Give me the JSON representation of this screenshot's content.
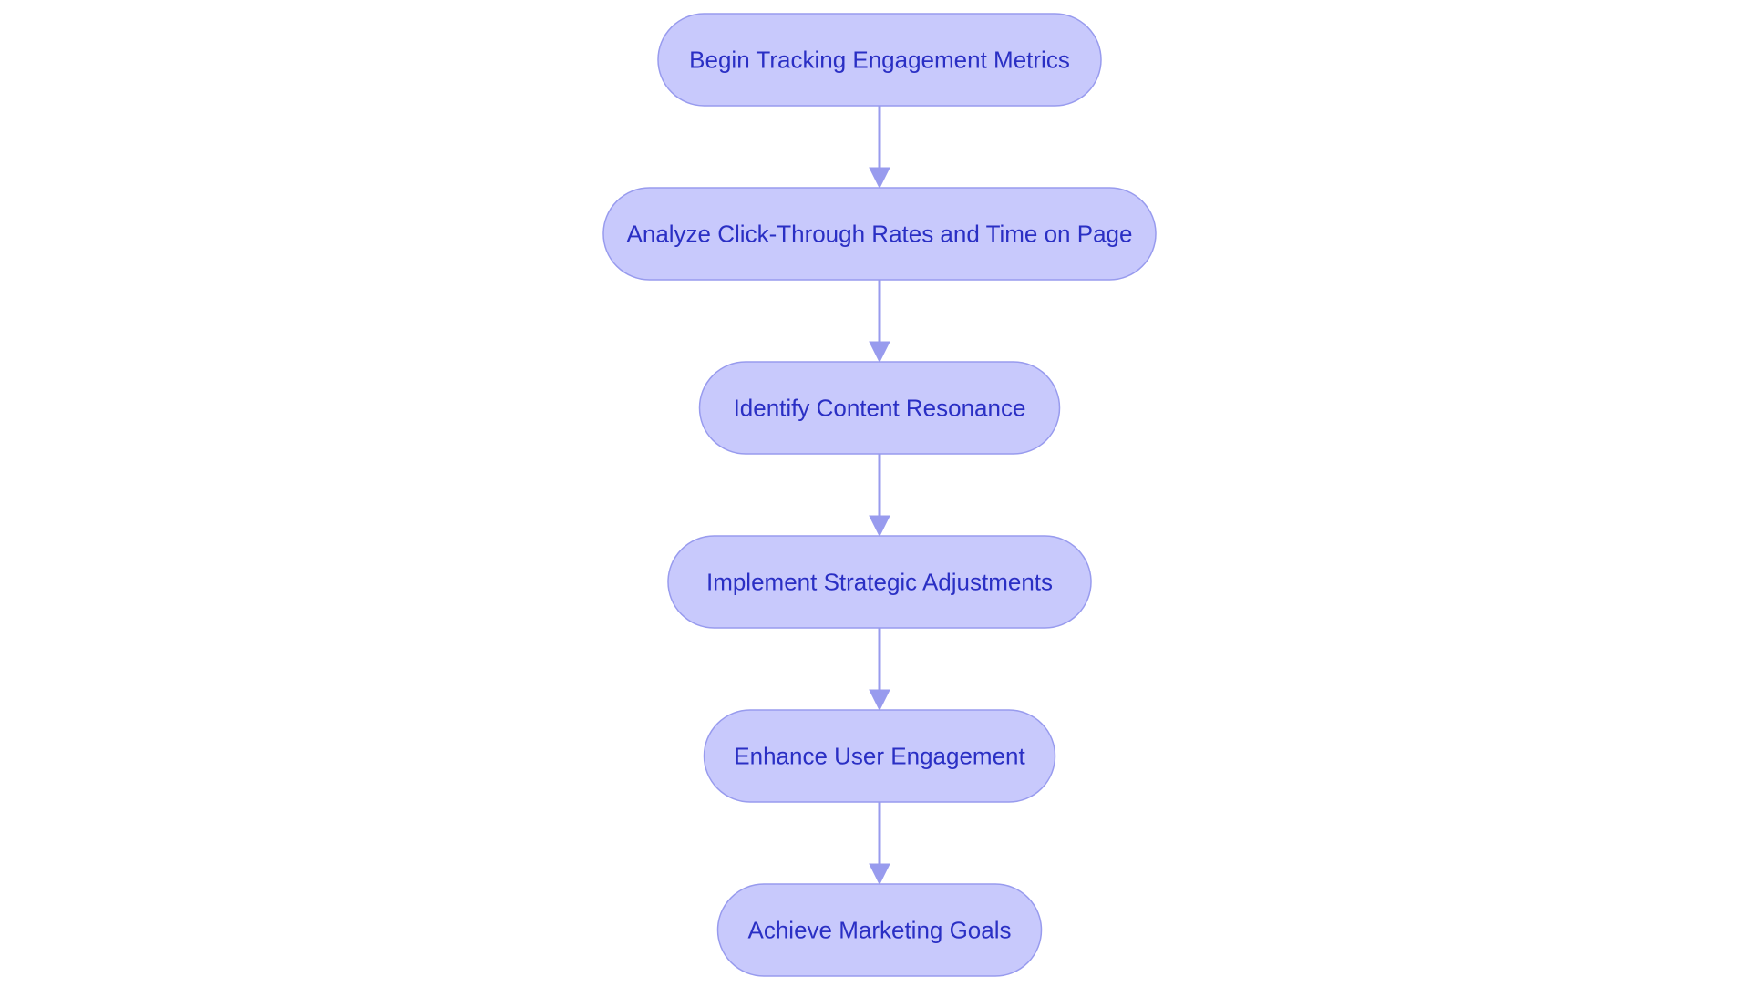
{
  "diagram": {
    "type": "flowchart",
    "direction": "top-to-bottom",
    "colors": {
      "node_fill": "#c8c9fc",
      "node_border": "#989bee",
      "node_text": "#2a2fc4",
      "edge": "#989bee",
      "background": "#ffffff"
    },
    "nodes": [
      {
        "id": "begin-tracking",
        "label": "Begin Tracking Engagement Metrics"
      },
      {
        "id": "analyze-ctr",
        "label": "Analyze Click-Through Rates and Time on Page"
      },
      {
        "id": "identify-resonance",
        "label": "Identify Content Resonance"
      },
      {
        "id": "implement-adjustments",
        "label": "Implement Strategic Adjustments"
      },
      {
        "id": "enhance-engagement",
        "label": "Enhance User Engagement"
      },
      {
        "id": "achieve-goals",
        "label": "Achieve Marketing Goals"
      }
    ],
    "edges": [
      {
        "from": "begin-tracking",
        "to": "analyze-ctr"
      },
      {
        "from": "analyze-ctr",
        "to": "identify-resonance"
      },
      {
        "from": "identify-resonance",
        "to": "implement-adjustments"
      },
      {
        "from": "implement-adjustments",
        "to": "enhance-engagement"
      },
      {
        "from": "enhance-engagement",
        "to": "achieve-goals"
      }
    ]
  }
}
